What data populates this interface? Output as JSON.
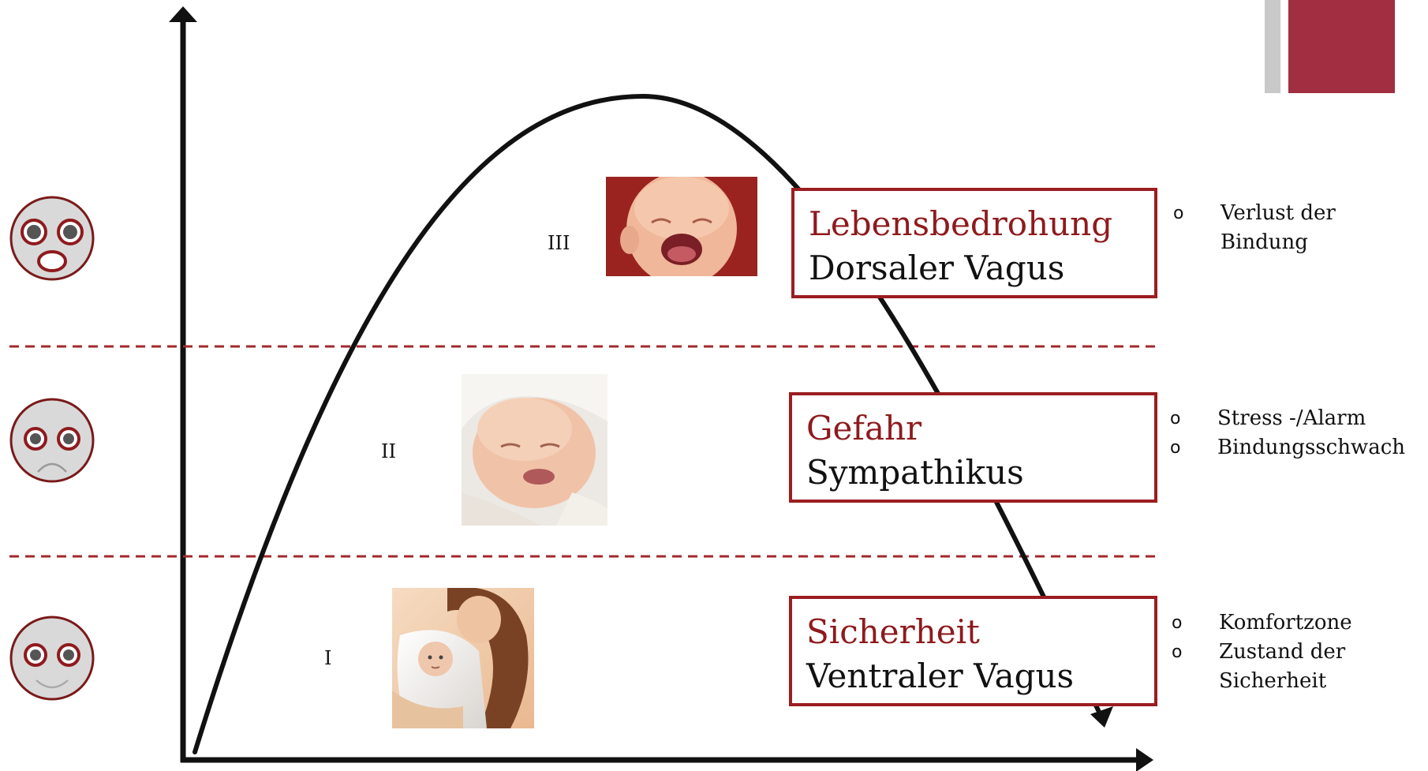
{
  "levels": [
    {
      "numeral": "III",
      "title": "Lebensbedrohung",
      "subtitle": "Dorsaler Vagus",
      "notes": [
        "Verlust der Bindung"
      ],
      "face": "shocked-face-icon",
      "photo": "crying-baby-photo"
    },
    {
      "numeral": "II",
      "title": "Gefahr",
      "subtitle": "Sympathikus",
      "notes": [
        "Stress -/Alarm",
        "Bindungsschwach"
      ],
      "face": "sad-face-icon",
      "photo": "fussing-baby-photo"
    },
    {
      "numeral": "I",
      "title": "Sicherheit",
      "subtitle": "Ventraler Vagus",
      "notes": [
        "Komfortzone",
        "Zustand der Sicherheit"
      ],
      "face": "smiling-face-icon",
      "photo": "mother-holding-baby-photo"
    }
  ],
  "bullet_symbol": "o",
  "colors": {
    "accent": "#9b1d20",
    "title_text": "#8e1a1d",
    "divider": "#a3282c",
    "face_fill": "#d9d9d9",
    "accent_block": "#a12f41",
    "accent_gray": "#c9c9c9"
  }
}
